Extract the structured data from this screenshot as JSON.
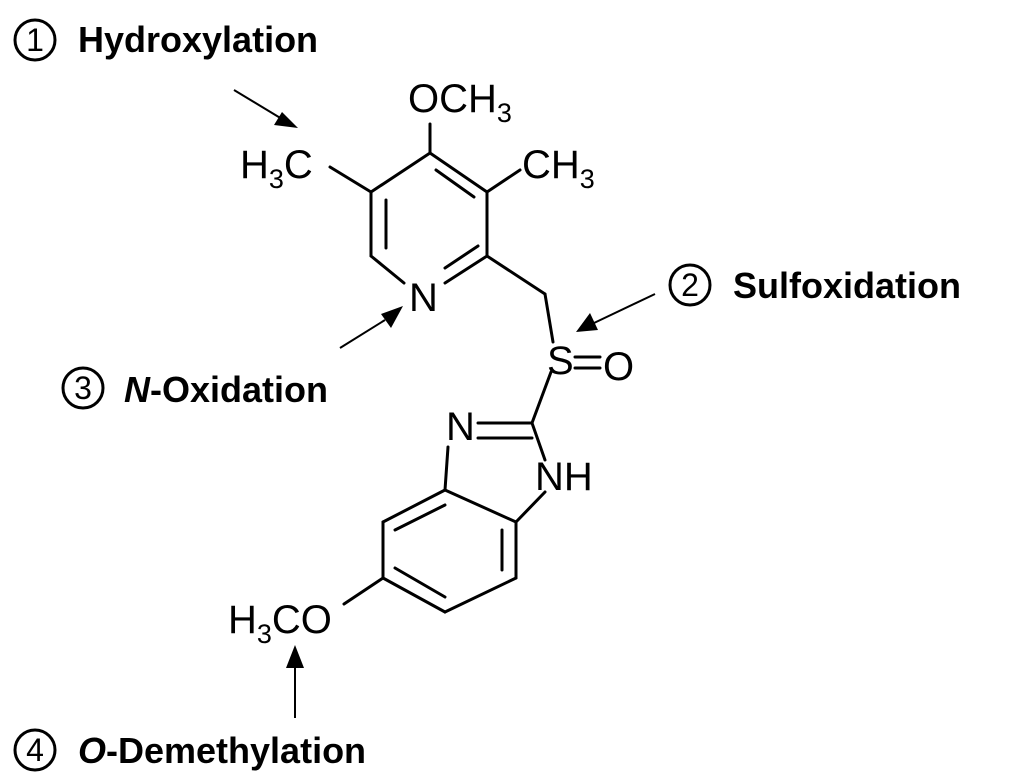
{
  "molecule": {
    "atoms": {
      "methoxy_top": {
        "main": "OCH",
        "sub": "3"
      },
      "methyl_left": {
        "main_a": "H",
        "sub": "3",
        "main_b": "C"
      },
      "methyl_right": {
        "main": "CH",
        "sub": "3"
      },
      "pyridine_n": "N",
      "sulfur": "S",
      "sulfoxide_o": "O",
      "imidazole_n": "N",
      "imidazole_nh": "NH",
      "methoxy_bottom": {
        "main_a": "H",
        "sub": "3",
        "main_b": "CO"
      }
    }
  },
  "sites": [
    {
      "number": "1",
      "text": "Hydroxylation"
    },
    {
      "number": "2",
      "text": "Sulfoxidation"
    },
    {
      "number": "3",
      "italic_prefix": "N",
      "text": "-Oxidation"
    },
    {
      "number": "4",
      "italic_prefix": "O",
      "text": "-Demethylation"
    }
  ]
}
